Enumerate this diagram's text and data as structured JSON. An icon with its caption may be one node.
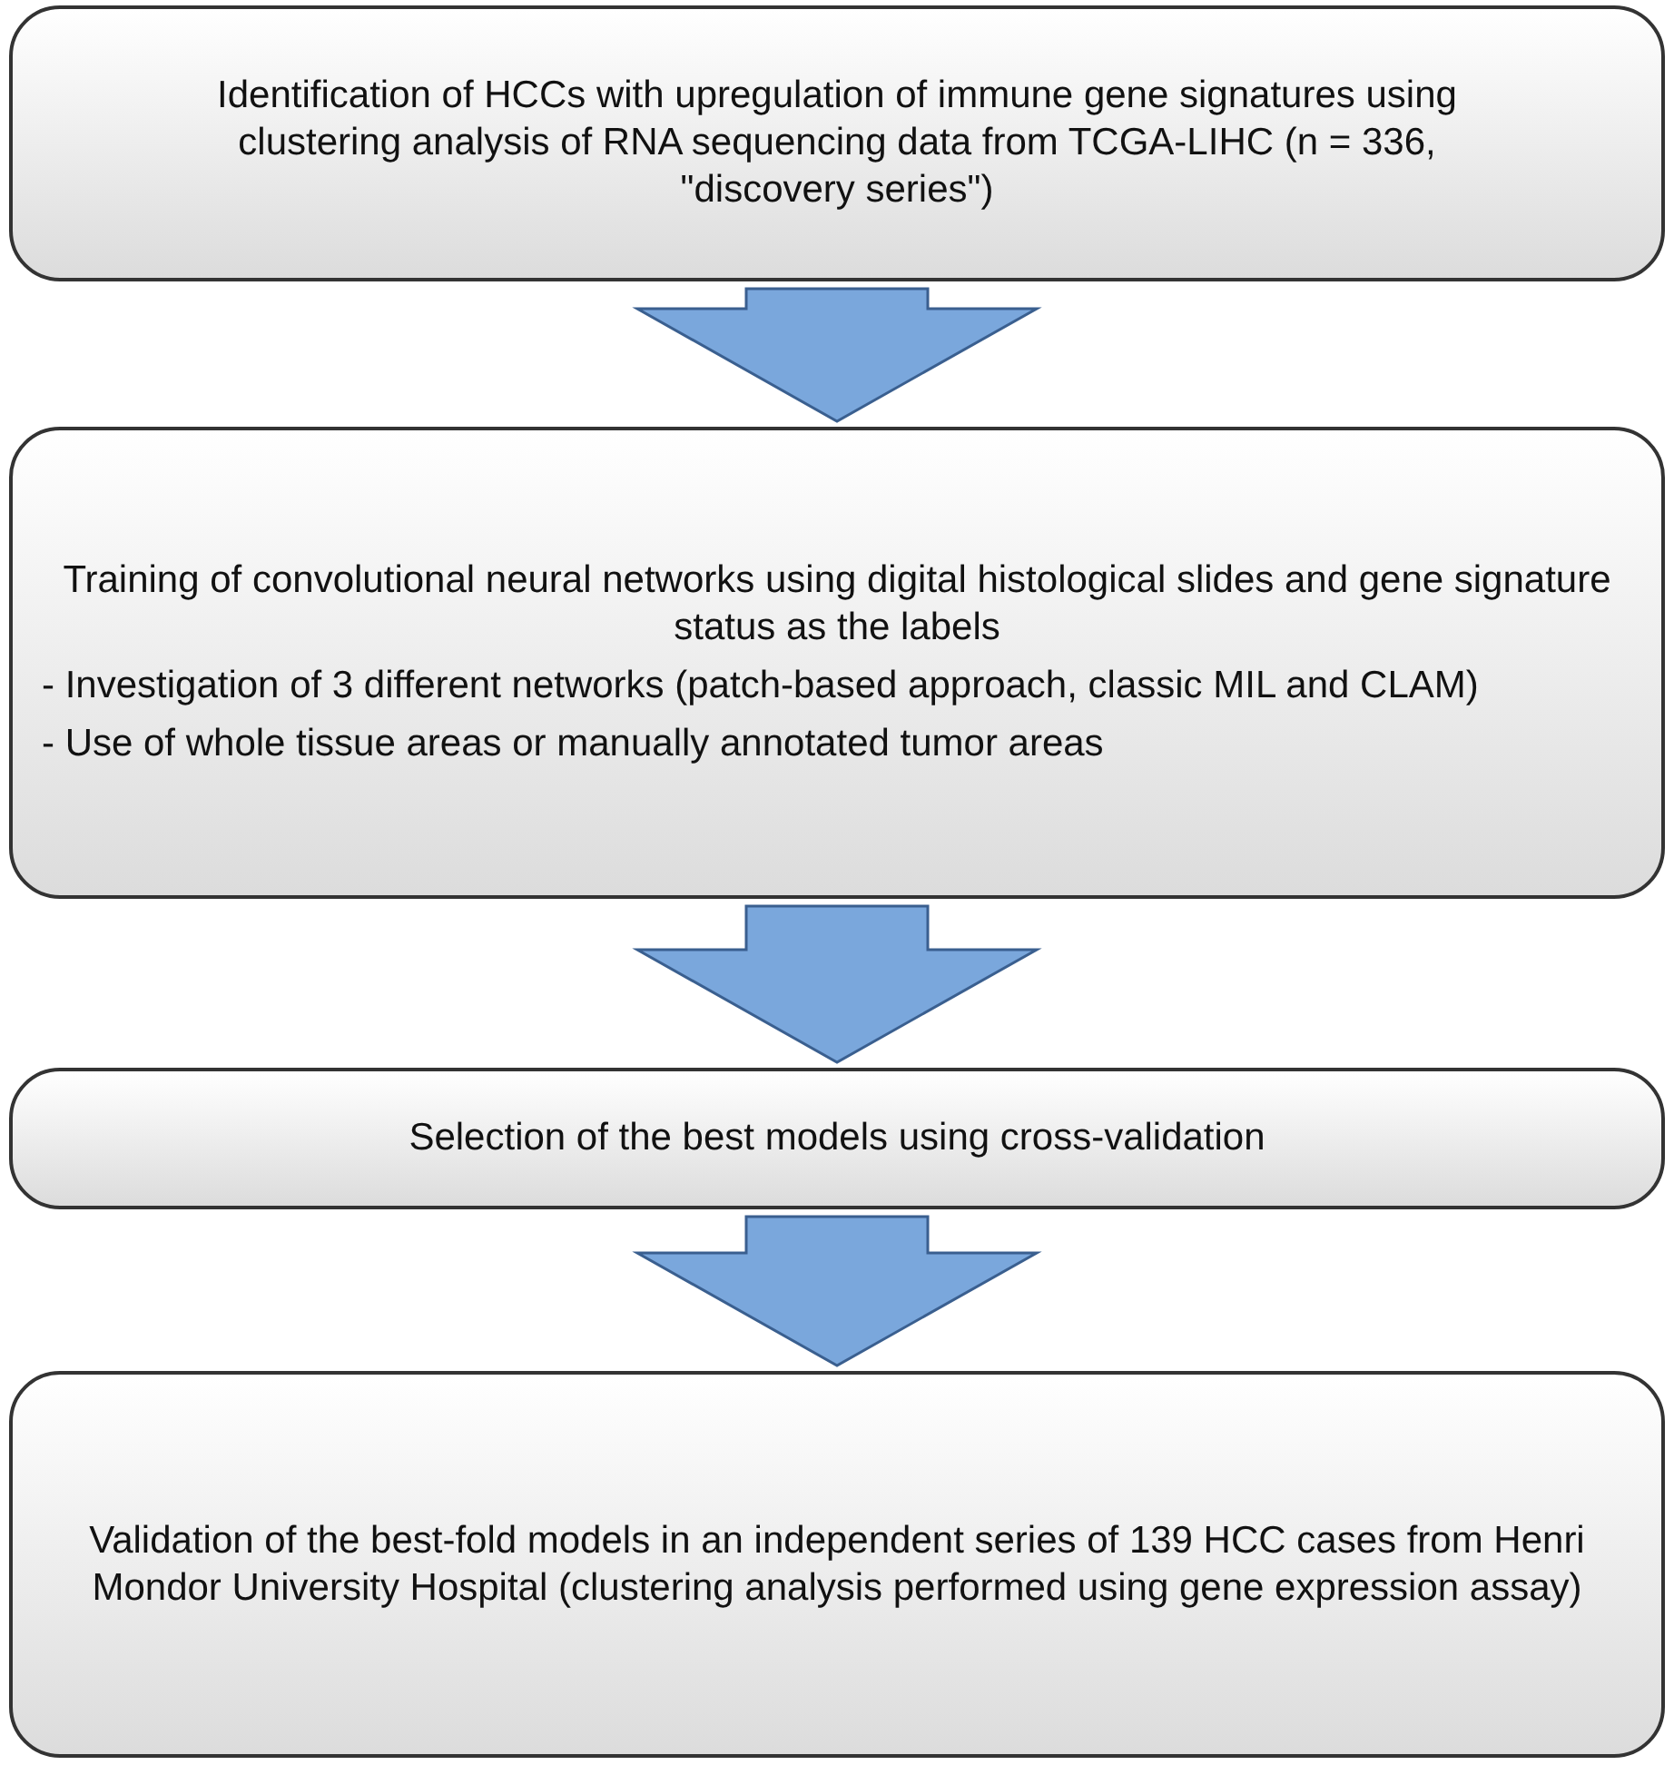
{
  "diagram": {
    "nodes": [
      {
        "text": [
          "Identification of HCCs with upregulation of immune gene signatures using clustering analysis of RNA sequencing data from TCGA-LIHC (n = 336, \"discovery series\")"
        ]
      },
      {
        "text": [
          "Training of convolutional neural networks using digital histological slides and gene signature status as the labels",
          "- Investigation of 3 different networks (patch-based approach, classic MIL and CLAM)",
          "- Use of whole tissue areas or manually annotated tumor areas"
        ]
      },
      {
        "text": [
          "Selection of the best models using cross-validation"
        ]
      },
      {
        "text": [
          "Validation of the best-fold models in an independent series of 139 HCC cases from Henri Mondor University Hospital (clustering analysis performed using gene expression assay)"
        ]
      }
    ],
    "edges": [
      {
        "from": 0,
        "to": 1,
        "arrow": "to"
      },
      {
        "from": 1,
        "to": 2,
        "arrow": "to"
      },
      {
        "from": 2,
        "to": 3,
        "arrow": "to"
      }
    ]
  }
}
